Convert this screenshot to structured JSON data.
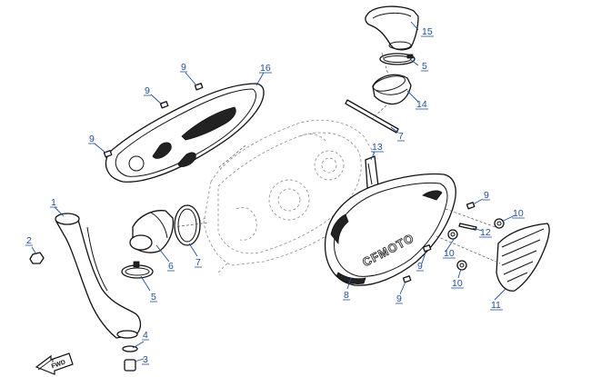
{
  "callouts": {
    "c1": "1",
    "c2": "2",
    "c3": "3",
    "c4": "4",
    "c5a": "5",
    "c5b": "5",
    "c6": "6",
    "c7a": "7",
    "c7b": "7",
    "c8": "8",
    "c9a": "9",
    "c9b": "9",
    "c9c": "9",
    "c9d": "9",
    "c9e": "9",
    "c9f": "9",
    "c10a": "10",
    "c10b": "10",
    "c10c": "10",
    "c11": "11",
    "c12": "12",
    "c13": "13",
    "c14": "14",
    "c15": "15",
    "c16": "16"
  },
  "cover_brand": "CFMOTO",
  "direction_arrow": "FWD",
  "colors": {
    "callout": "#1f4e9a",
    "line": "#111111",
    "ghost": "#8a8a8a"
  }
}
